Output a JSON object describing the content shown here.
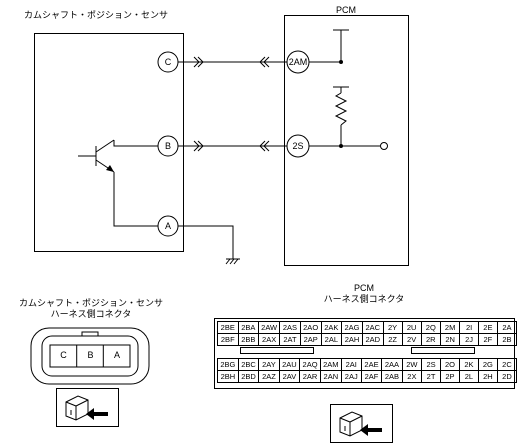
{
  "labels": {
    "cmp_sensor_title": "カムシャフト・ポジション・センサ",
    "pcm_title": "PCM",
    "cmp_connector_title_1": "カムシャフト・ポジション・センサ",
    "cmp_connector_title_2": "ハーネス側コネクタ",
    "pcm_connector_title_1": "PCM",
    "pcm_connector_title_2": "ハーネス側コネクタ"
  },
  "sensor_pins": {
    "c": "C",
    "b": "B",
    "a": "A"
  },
  "pcm_pins": {
    "p2am": "2AM",
    "p2s": "2S"
  },
  "cmp_connector_cells": [
    "C",
    "B",
    "A"
  ],
  "pcm_connector": {
    "upper_rows": [
      [
        "2BE",
        "2BA",
        "2AW",
        "2AS",
        "2AO",
        "2AK",
        "2AG",
        "2AC",
        "2Y",
        "2U",
        "2Q",
        "2M",
        "2I",
        "2E",
        "2A"
      ],
      [
        "2BF",
        "2BB",
        "2AX",
        "2AT",
        "2AP",
        "2AL",
        "2AH",
        "2AD",
        "2Z",
        "2V",
        "2R",
        "2N",
        "2J",
        "2F",
        "2B"
      ]
    ],
    "lower_rows": [
      [
        "2BG",
        "2BC",
        "2AY",
        "2AU",
        "2AQ",
        "2AM",
        "2AI",
        "2AE",
        "2AA",
        "2W",
        "2S",
        "2O",
        "2K",
        "2G",
        "2C"
      ],
      [
        "2BH",
        "2BD",
        "2AZ",
        "2AV",
        "2AR",
        "2AN",
        "2AJ",
        "2AF",
        "2AB",
        "2X",
        "2T",
        "2P",
        "2L",
        "2H",
        "2D"
      ]
    ]
  }
}
